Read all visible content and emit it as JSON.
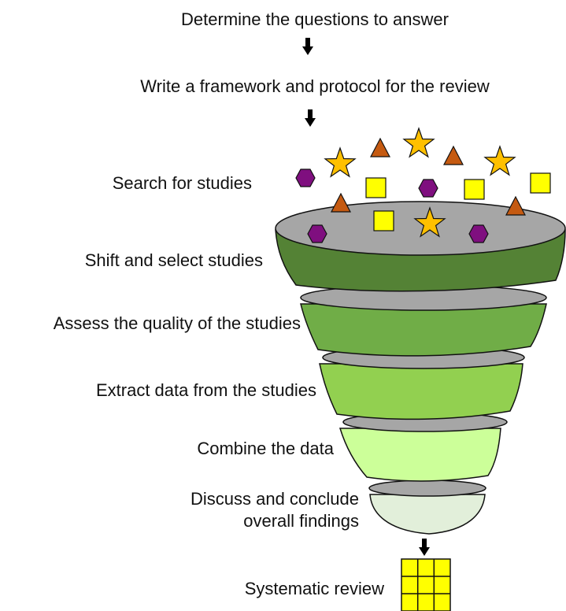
{
  "steps": {
    "determine": "Determine the questions to answer",
    "framework": "Write a framework and protocol for the review",
    "search": "Search for studies",
    "shift": "Shift and select studies",
    "assess": "Assess the quality of the studies",
    "extract": "Extract data from the studies",
    "combine": "Combine the data",
    "discuss_line1": "Discuss and conclude",
    "discuss_line2": "overall findings",
    "result": "Systematic review"
  },
  "icons": [
    "arrow-down-icon",
    "hexagon-icon",
    "star-icon",
    "triangle-icon",
    "square-icon",
    "funnel-icon",
    "grid-icon"
  ],
  "colors": {
    "band1": "#548235",
    "band2": "#70ad47",
    "band3": "#92d050",
    "band4": "#ccff99",
    "band5": "#e2efda",
    "rim": "#a6a6a6",
    "hexagon": "#7f0f7f",
    "triangle": "#c55a11",
    "star": "#ffc000",
    "square": "#ffff00"
  }
}
